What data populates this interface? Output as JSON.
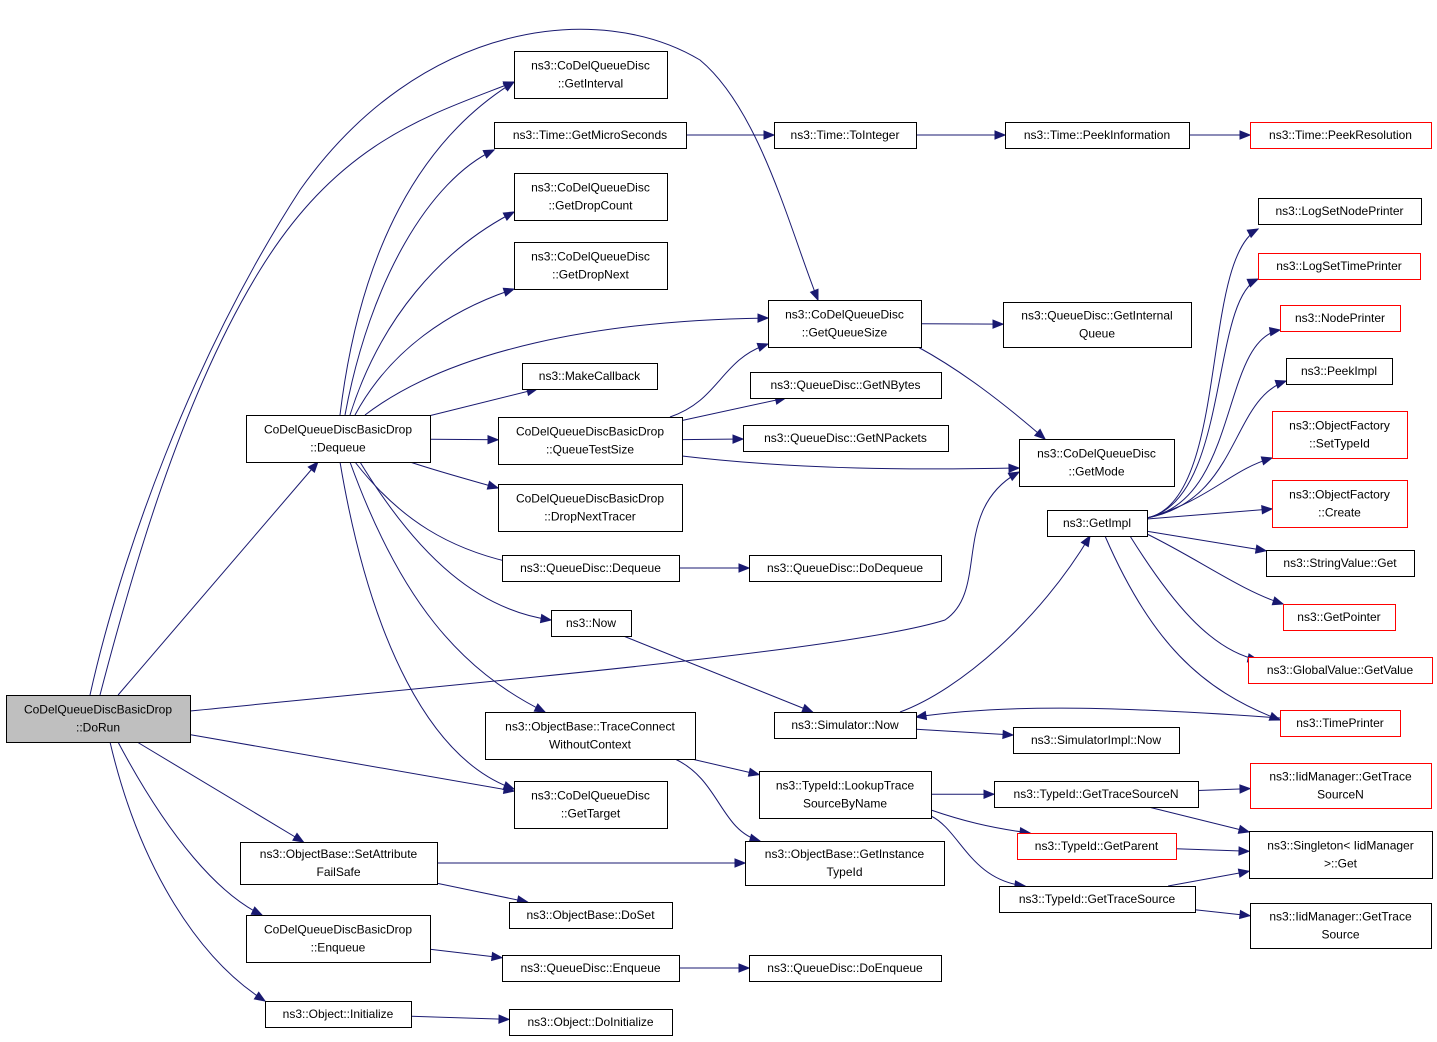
{
  "colors": {
    "edge": "#191970",
    "border": "#000000",
    "border_truncated": "#ff0000",
    "root_fill": "#bfbfbf",
    "background": "#ffffff"
  },
  "nodes": {
    "run": {
      "lines": [
        "CoDelQueueDiscBasicDrop",
        "::DoRun"
      ],
      "kind": "root"
    },
    "dequeue": {
      "lines": [
        "CoDelQueueDiscBasicDrop",
        "::Dequeue"
      ]
    },
    "getinterval": {
      "lines": [
        "ns3::CoDelQueueDisc",
        "::GetInterval"
      ]
    },
    "getmicro": {
      "lines": [
        "ns3::Time::GetMicroSeconds"
      ]
    },
    "getdropcount": {
      "lines": [
        "ns3::CoDelQueueDisc",
        "::GetDropCount"
      ]
    },
    "getdropnext": {
      "lines": [
        "ns3::CoDelQueueDisc",
        "::GetDropNext"
      ]
    },
    "makecallback": {
      "lines": [
        "ns3::MakeCallback"
      ]
    },
    "queuetestsize": {
      "lines": [
        "CoDelQueueDiscBasicDrop",
        "::QueueTestSize"
      ]
    },
    "dropnexttracer": {
      "lines": [
        "CoDelQueueDiscBasicDrop",
        "::DropNextTracer"
      ]
    },
    "qd_dequeue": {
      "lines": [
        "ns3::QueueDisc::Dequeue"
      ]
    },
    "now": {
      "lines": [
        "ns3::Now"
      ]
    },
    "traceconnect": {
      "lines": [
        "ns3::ObjectBase::TraceConnect",
        "WithoutContext"
      ]
    },
    "gettarget": {
      "lines": [
        "ns3::CoDelQueueDisc",
        "::GetTarget"
      ]
    },
    "setattr": {
      "lines": [
        "ns3::ObjectBase::SetAttribute",
        "FailSafe"
      ]
    },
    "enqueue": {
      "lines": [
        "CoDelQueueDiscBasicDrop",
        "::Enqueue"
      ]
    },
    "initialize": {
      "lines": [
        "ns3::Object::Initialize"
      ]
    },
    "tointeger": {
      "lines": [
        "ns3::Time::ToInteger"
      ]
    },
    "peekinfo": {
      "lines": [
        "ns3::Time::PeekInformation"
      ]
    },
    "peekres": {
      "lines": [
        "ns3::Time::PeekResolution"
      ],
      "kind": "red"
    },
    "getqueuesize": {
      "lines": [
        "ns3::CoDelQueueDisc",
        "::GetQueueSize"
      ]
    },
    "getnbytes": {
      "lines": [
        "ns3::QueueDisc::GetNBytes"
      ]
    },
    "getnpackets": {
      "lines": [
        "ns3::QueueDisc::GetNPackets"
      ]
    },
    "dodequeue": {
      "lines": [
        "ns3::QueueDisc::DoDequeue"
      ]
    },
    "simnow": {
      "lines": [
        "ns3::Simulator::Now"
      ]
    },
    "lookuptrace": {
      "lines": [
        "ns3::TypeId::LookupTrace",
        "SourceByName"
      ]
    },
    "getinstance": {
      "lines": [
        "ns3::ObjectBase::GetInstance",
        "TypeId"
      ]
    },
    "doset": {
      "lines": [
        "ns3::ObjectBase::DoSet"
      ]
    },
    "qd_enqueue": {
      "lines": [
        "ns3::QueueDisc::Enqueue"
      ]
    },
    "doenqueue": {
      "lines": [
        "ns3::QueueDisc::DoEnqueue"
      ]
    },
    "doinitialize": {
      "lines": [
        "ns3::Object::DoInitialize"
      ]
    },
    "getinternal": {
      "lines": [
        "ns3::QueueDisc::GetInternal",
        "Queue"
      ]
    },
    "getmode": {
      "lines": [
        "ns3::CoDelQueueDisc",
        "::GetMode"
      ]
    },
    "getimpl": {
      "lines": [
        "ns3::GetImpl"
      ]
    },
    "simimplnow": {
      "lines": [
        "ns3::SimulatorImpl::Now"
      ]
    },
    "gettracesourcen": {
      "lines": [
        "ns3::TypeId::GetTraceSourceN"
      ]
    },
    "getparent": {
      "lines": [
        "ns3::TypeId::GetParent"
      ],
      "kind": "red"
    },
    "gettracesource": {
      "lines": [
        "ns3::TypeId::GetTraceSource"
      ]
    },
    "lognode": {
      "lines": [
        "ns3::LogSetNodePrinter"
      ]
    },
    "logtime": {
      "lines": [
        "ns3::LogSetTimePrinter"
      ],
      "kind": "red"
    },
    "nodeprinter": {
      "lines": [
        "ns3::NodePrinter"
      ],
      "kind": "red"
    },
    "peekimpl": {
      "lines": [
        "ns3::PeekImpl"
      ]
    },
    "settypeid": {
      "lines": [
        "ns3::ObjectFactory",
        "::SetTypeId"
      ],
      "kind": "red"
    },
    "create": {
      "lines": [
        "ns3::ObjectFactory",
        "::Create"
      ],
      "kind": "red"
    },
    "stringget": {
      "lines": [
        "ns3::StringValue::Get"
      ]
    },
    "getpointer": {
      "lines": [
        "ns3::GetPointer"
      ],
      "kind": "red"
    },
    "globalget": {
      "lines": [
        "ns3::GlobalValue::GetValue"
      ],
      "kind": "red"
    },
    "timeprinter": {
      "lines": [
        "ns3::TimePrinter"
      ],
      "kind": "red"
    },
    "iidtracen": {
      "lines": [
        "ns3::IidManager::GetTrace",
        "SourceN"
      ],
      "kind": "red"
    },
    "singleton": {
      "lines": [
        "ns3::Singleton< IidManager",
        ">::Get"
      ]
    },
    "iidtrace": {
      "lines": [
        "ns3::IidManager::GetTrace",
        "Source"
      ]
    }
  },
  "edges": [
    [
      "run",
      "dequeue"
    ],
    [
      "run",
      "getinterval"
    ],
    [
      "run",
      "getqueuesize"
    ],
    [
      "run",
      "getmode"
    ],
    [
      "run",
      "gettarget"
    ],
    [
      "run",
      "setattr"
    ],
    [
      "run",
      "enqueue"
    ],
    [
      "run",
      "initialize"
    ],
    [
      "dequeue",
      "getinterval"
    ],
    [
      "dequeue",
      "getmicro"
    ],
    [
      "dequeue",
      "getdropcount"
    ],
    [
      "dequeue",
      "getdropnext"
    ],
    [
      "dequeue",
      "getqueuesize"
    ],
    [
      "dequeue",
      "makecallback"
    ],
    [
      "dequeue",
      "queuetestsize"
    ],
    [
      "dequeue",
      "dropnexttracer"
    ],
    [
      "dequeue",
      "qd_dequeue"
    ],
    [
      "dequeue",
      "now"
    ],
    [
      "dequeue",
      "traceconnect"
    ],
    [
      "dequeue",
      "gettarget"
    ],
    [
      "getmicro",
      "tointeger"
    ],
    [
      "tointeger",
      "peekinfo"
    ],
    [
      "peekinfo",
      "peekres"
    ],
    [
      "queuetestsize",
      "getqueuesize"
    ],
    [
      "queuetestsize",
      "getnbytes"
    ],
    [
      "queuetestsize",
      "getnpackets"
    ],
    [
      "queuetestsize",
      "getmode"
    ],
    [
      "getqueuesize",
      "getinternal"
    ],
    [
      "getqueuesize",
      "getmode"
    ],
    [
      "qd_dequeue",
      "dodequeue"
    ],
    [
      "now",
      "simnow"
    ],
    [
      "simnow",
      "getimpl"
    ],
    [
      "simnow",
      "simimplnow"
    ],
    [
      "traceconnect",
      "lookuptrace"
    ],
    [
      "traceconnect",
      "getinstance"
    ],
    [
      "lookuptrace",
      "gettracesourcen"
    ],
    [
      "lookuptrace",
      "getparent"
    ],
    [
      "lookuptrace",
      "gettracesource"
    ],
    [
      "gettracesourcen",
      "iidtracen"
    ],
    [
      "gettracesourcen",
      "singleton"
    ],
    [
      "getparent",
      "singleton"
    ],
    [
      "gettracesource",
      "singleton"
    ],
    [
      "gettracesource",
      "iidtrace"
    ],
    [
      "setattr",
      "getinstance"
    ],
    [
      "setattr",
      "doset"
    ],
    [
      "enqueue",
      "qd_enqueue"
    ],
    [
      "qd_enqueue",
      "doenqueue"
    ],
    [
      "initialize",
      "doinitialize"
    ],
    [
      "getimpl",
      "lognode"
    ],
    [
      "getimpl",
      "logtime"
    ],
    [
      "getimpl",
      "nodeprinter"
    ],
    [
      "getimpl",
      "peekimpl"
    ],
    [
      "getimpl",
      "settypeid"
    ],
    [
      "getimpl",
      "create"
    ],
    [
      "getimpl",
      "stringget"
    ],
    [
      "getimpl",
      "getpointer"
    ],
    [
      "getimpl",
      "globalget"
    ],
    [
      "getimpl",
      "timeprinter"
    ],
    [
      "timeprinter",
      "simnow"
    ]
  ]
}
